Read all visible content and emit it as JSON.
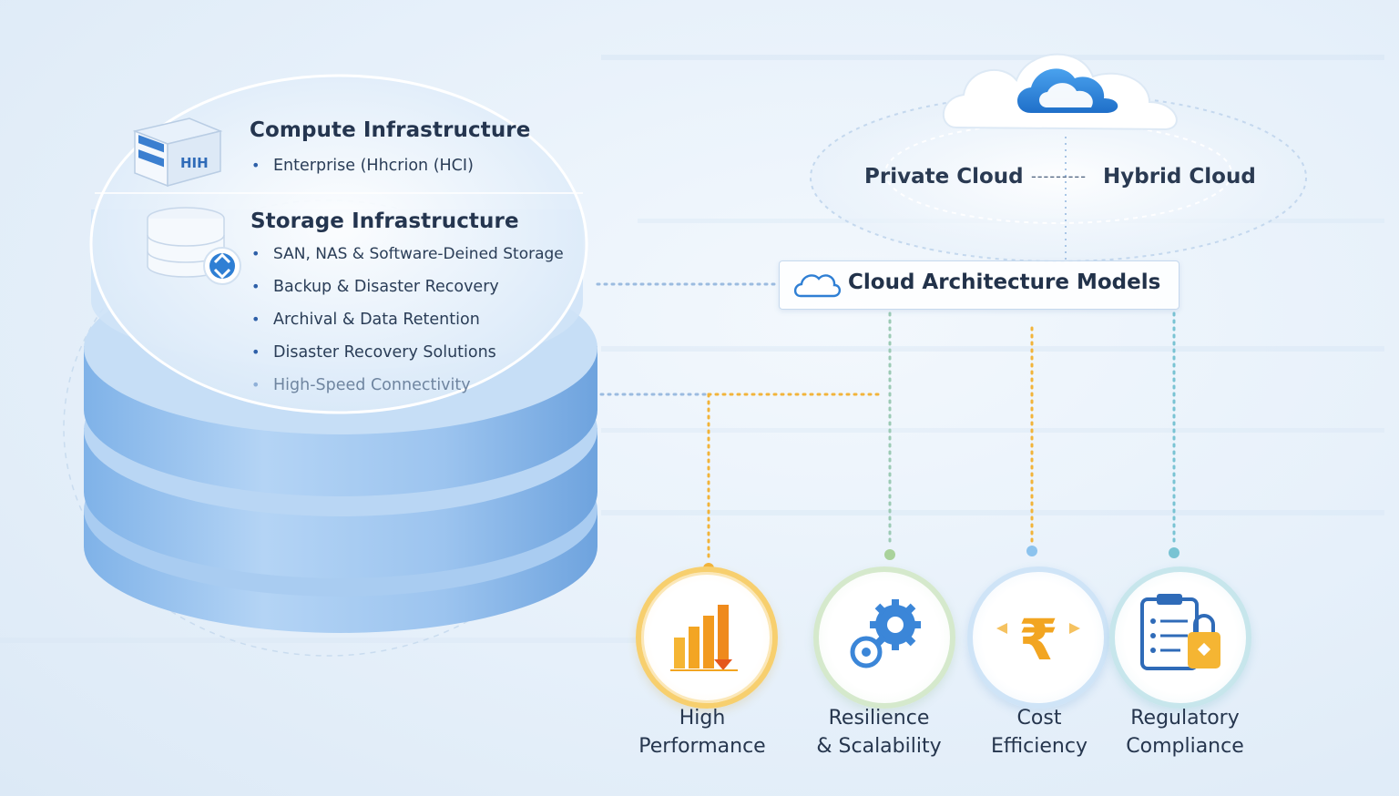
{
  "infrastructure": {
    "compute": {
      "heading": "Compute Infrastructure",
      "server_badge": "HIH",
      "items": [
        "Enterprise (Hhcrion (HCI)"
      ]
    },
    "storage": {
      "heading": "Storage Infrastructure",
      "items": [
        "SAN, NAS & Software-Deined Storage",
        "Backup & Disaster Recovery",
        "Archival & Data Retention",
        "Disaster Recovery Solutions",
        "High-Speed Connectivity"
      ]
    }
  },
  "cloud": {
    "private_label": "Private Cloud",
    "hybrid_label": "Hybrid Cloud",
    "connector": "---------",
    "icon": "cloud-icon"
  },
  "models": {
    "label": "Cloud Architecture Models",
    "icon": "cloud-outline-icon"
  },
  "benefits": [
    {
      "line1": "High",
      "line2": "Performance",
      "icon": "bar-chart-icon",
      "color": "#f2b43a"
    },
    {
      "line1": "Resilience",
      "line2": "& Scalability",
      "icon": "gears-icon",
      "color": "#a9d29b"
    },
    {
      "line1": "Cost",
      "line2": "Efficiency",
      "icon": "rupee-icon",
      "color": "#8cc3ee"
    },
    {
      "line1": "Regulatory",
      "line2": "Compliance",
      "icon": "clipboard-lock-icon",
      "color": "#7cc6d6"
    }
  ],
  "colors": {
    "accent_blue": "#2f7fd4",
    "orange": "#f2a521",
    "teal": "#79c3d3"
  }
}
